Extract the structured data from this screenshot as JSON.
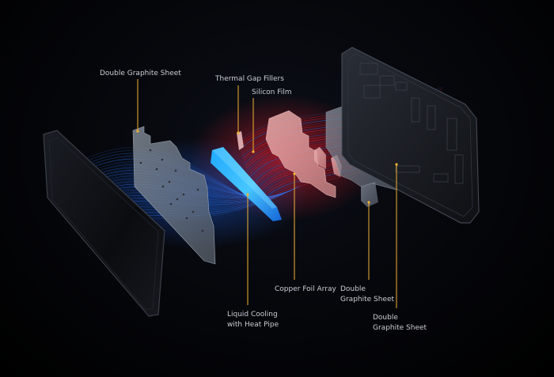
{
  "diagram": {
    "labels": {
      "graphite_top": "Double Graphite Sheet",
      "thermal_gap": "Thermal Gap Fillers",
      "silicon_film": "Silicon Film",
      "copper_foil": "Copper Foil Array",
      "graphite_mid": "Double\nGraphite Sheet",
      "graphite_right": "Double\nGraphite Sheet",
      "liquid_cooling": "Liquid Cooling\nwith Heat Pipe"
    },
    "colors": {
      "leader": "#f2b233",
      "hot_flow": "#ff2a3d",
      "cool_flow": "#2f7bff",
      "label_text": "#c9cdd3",
      "heat_pipe": "#37b8ff",
      "copper": "#e59a9a"
    }
  }
}
